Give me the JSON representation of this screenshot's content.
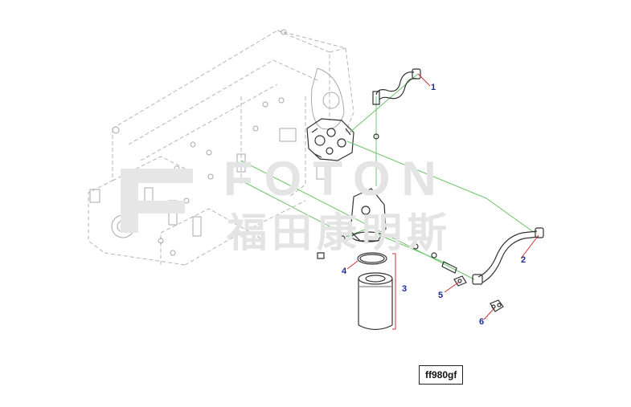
{
  "watermark": {
    "brand": "FOTON",
    "chinese": "福田康明斯"
  },
  "callouts": [
    "1",
    "2",
    "3",
    "4",
    "5",
    "6"
  ],
  "drawing_code": "ff980gf",
  "colors": {
    "callout": "#1f2a9a",
    "leader": "#d03030",
    "assembly_line": "#6cc46c",
    "outline": "#b8b8b8"
  }
}
